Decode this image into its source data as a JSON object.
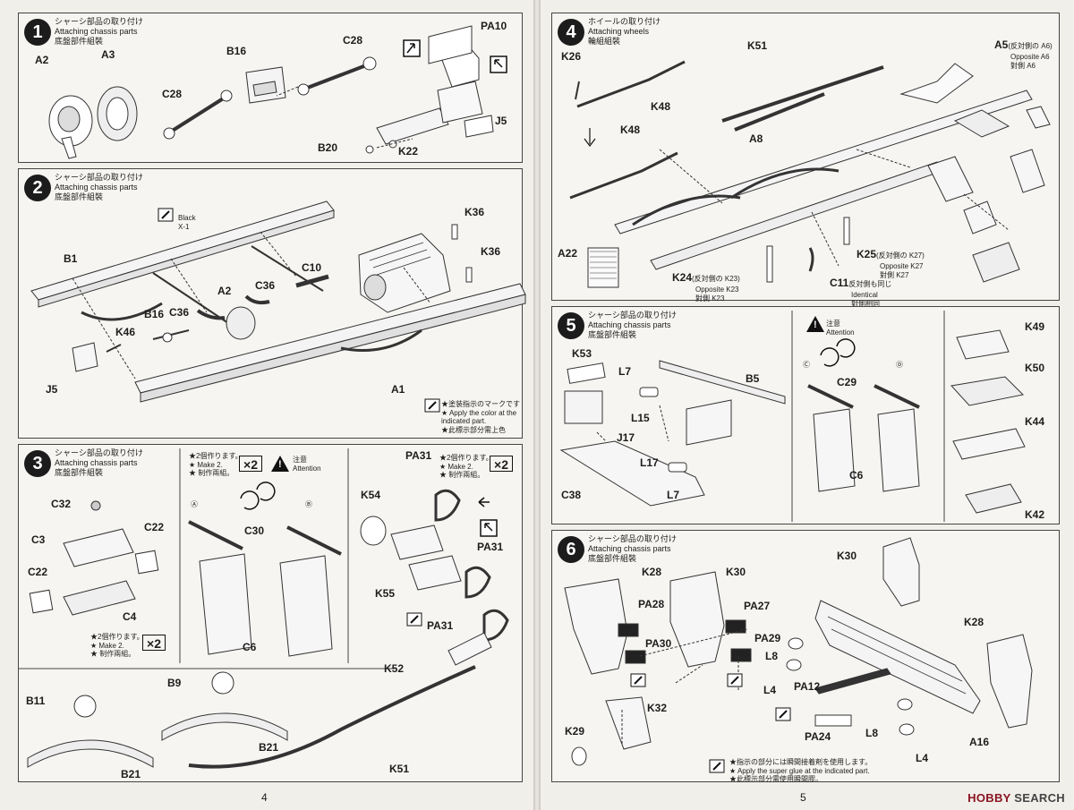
{
  "common": {
    "chassis_jp": "シャーシ部品の取り付け",
    "chassis_en": "Attaching chassis parts",
    "chassis_cn": "底盤部件組裝",
    "attention_jp": "注意",
    "attention_en": "Attention",
    "make2_jp": "★2個作ります。",
    "make2_en": "★ Make 2.",
    "make2_cn": "★ 制作兩組。",
    "x2": "×2"
  },
  "step1": {
    "num": "1",
    "labels": [
      "PA10",
      "C28",
      "B16",
      "A2",
      "A3",
      "C28",
      "B20",
      "K22",
      "J5"
    ]
  },
  "step2": {
    "num": "2",
    "paint_jp": "Black",
    "paint_code": "X-1",
    "note_jp": "★塗装指示のマークです",
    "note_en1": "★ Apply the color at the",
    "note_en2": "indicated part.",
    "note_cn": "★此標示部分需上色",
    "labels": [
      "K36",
      "K36",
      "B1",
      "C10",
      "A2",
      "C36",
      "B16",
      "C36",
      "K46",
      "J5",
      "A1"
    ]
  },
  "step3": {
    "num": "3",
    "circle_a": "Ⓐ",
    "circle_b": "Ⓑ",
    "labels": [
      "C32",
      "C3",
      "C22",
      "C22",
      "C4",
      "C30",
      "C6",
      "PA31",
      "K54",
      "PA31",
      "K55",
      "PA31",
      "K52",
      "B9",
      "B11",
      "B21",
      "B21",
      "K51"
    ]
  },
  "step4": {
    "num": "4",
    "title_jp": "ホイールの取り付け",
    "title_en": "Attaching wheels",
    "title_cn": "輪組組裝",
    "a5": "A5",
    "a5_jp": "(反対側の A6)",
    "a5_en": "Opposite A6",
    "a5_cn": "對側 A6",
    "k25": "K25",
    "k25_jp": "(反対側の K27)",
    "k25_en": "Opposite K27",
    "k25_cn": "對側 K27",
    "k24": "K24",
    "k24_jp": "(反対側の K23)",
    "k24_en": "Opposite K23",
    "k24_cn": "對側 K23",
    "c11": "C11",
    "c11_jp": "反対側も同じ",
    "c11_en": "Identical",
    "c11_cn": "對側相同",
    "labels": [
      "K26",
      "K51",
      "K48",
      "A8",
      "K48",
      "A22"
    ]
  },
  "step5": {
    "num": "5",
    "circle_c": "Ⓒ",
    "circle_d": "Ⓓ",
    "labels": [
      "K53",
      "L7",
      "B5",
      "L15",
      "J17",
      "L17",
      "L7",
      "C38",
      "C29",
      "C6",
      "K49",
      "K50",
      "K44",
      "K42"
    ]
  },
  "step6": {
    "num": "6",
    "glue_jp": "★指示の部分には瞬間接着剤を使用します。",
    "glue_en": "★ Apply the super glue at the indicated part.",
    "glue_cn": "★此標示部分需使用瞬間膠。",
    "labels": [
      "K28",
      "K30",
      "K30",
      "PA28",
      "PA27",
      "PA30",
      "PA29",
      "L8",
      "L4",
      "PA12",
      "K28",
      "PA24",
      "K32",
      "K29",
      "L8",
      "L4",
      "A16"
    ]
  },
  "page_left": "4",
  "page_right": "5",
  "watermark_a": "HOBBY",
  "watermark_b": "SEARCH"
}
